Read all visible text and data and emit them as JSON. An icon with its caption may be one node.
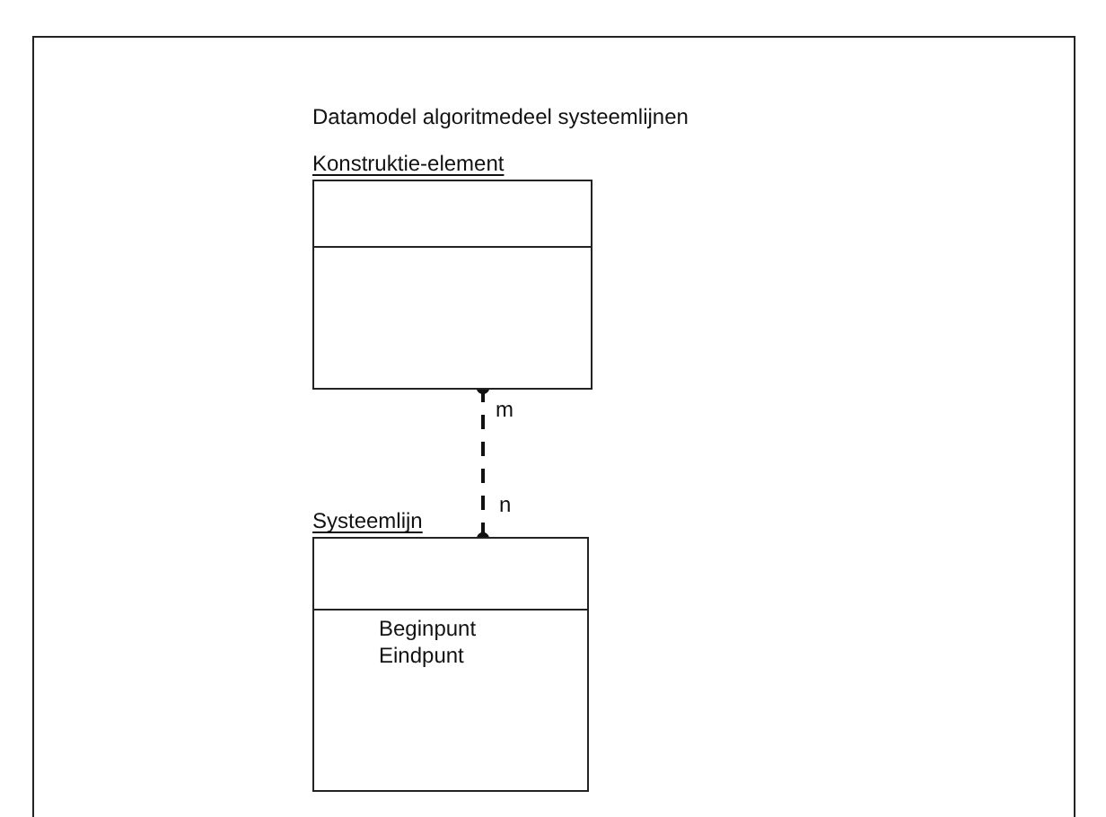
{
  "diagram": {
    "title": "Datamodel algoritmedeel systeemlijnen",
    "nodes": [
      {
        "text": [
          "Konstruktie-element"
        ]
      },
      {
        "text": [
          "Systeemlijn",
          "Beginpunt Eindpunt"
        ]
      }
    ],
    "edges": [
      {
        "from": 0,
        "to": 1,
        "arrow": "other",
        "style": "dashed"
      }
    ],
    "labels": [
      "m",
      "n"
    ]
  }
}
